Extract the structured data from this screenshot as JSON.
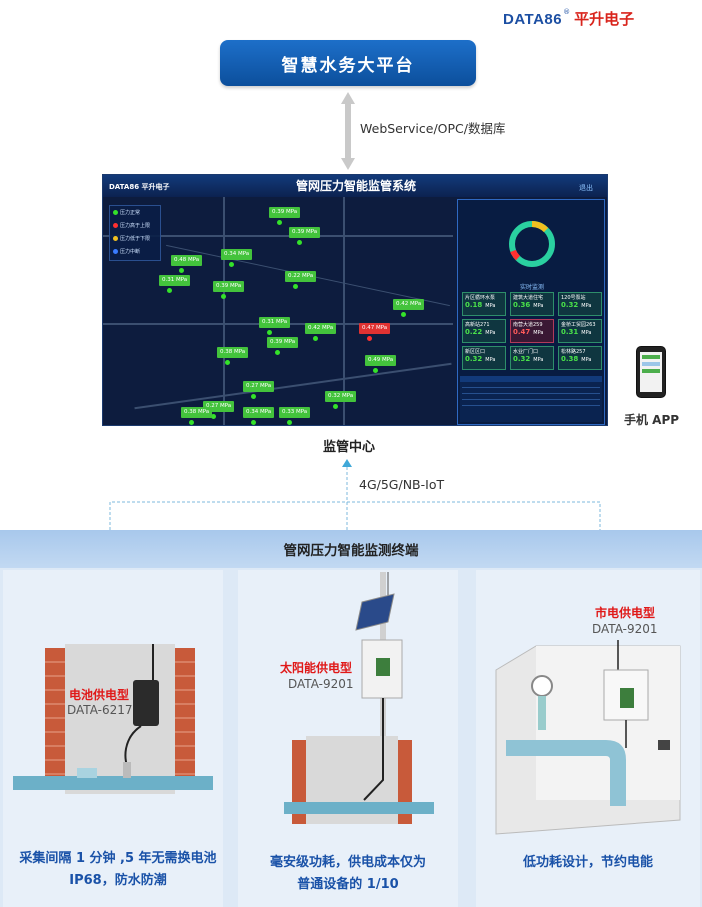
{
  "brand": {
    "name": "DATA86",
    "reg": "®",
    "company": "平升电子"
  },
  "platform": {
    "title": "智慧水务大平台"
  },
  "protocol_link": {
    "label": "WebService/OPC/数据库"
  },
  "dashboard": {
    "logo": "DATA86 平升电子",
    "title": "管网压力智能监管系统",
    "exit": "退出",
    "realtime_title": "实时监测",
    "legend": [
      {
        "label": "压力正常",
        "color": "#34e22a"
      },
      {
        "label": "压力高于上限",
        "color": "#ff3030"
      },
      {
        "label": "压力低于下限",
        "color": "#f0c020"
      },
      {
        "label": "压力中断",
        "color": "#3a7cff"
      }
    ],
    "markers": [
      {
        "value": "0.39 MPa",
        "status": "normal"
      },
      {
        "value": "0.39 MPa",
        "status": "normal"
      },
      {
        "value": "0.48 MPa",
        "status": "normal"
      },
      {
        "value": "0.34 MPa",
        "status": "normal"
      },
      {
        "value": "0.31 MPa",
        "status": "normal"
      },
      {
        "value": "0.39 MPa",
        "status": "normal"
      },
      {
        "value": "0.22 MPa",
        "status": "normal"
      },
      {
        "value": "0.42 MPa",
        "status": "normal"
      },
      {
        "value": "0.31 MPa",
        "status": "normal"
      },
      {
        "value": "0.42 MPa",
        "status": "normal"
      },
      {
        "value": "0.47 MPa",
        "status": "alarm"
      },
      {
        "value": "0.39 MPa",
        "status": "normal"
      },
      {
        "value": "0.38 MPa",
        "status": "normal"
      },
      {
        "value": "0.49 MPa",
        "status": "normal"
      },
      {
        "value": "0.27 MPa",
        "status": "normal"
      },
      {
        "value": "0.32 MPa",
        "status": "normal"
      },
      {
        "value": "0.27 MPa",
        "status": "normal"
      },
      {
        "value": "0.38 MPa",
        "status": "normal"
      },
      {
        "value": "0.34 MPa",
        "status": "normal"
      },
      {
        "value": "0.33 MPa",
        "status": "normal"
      }
    ],
    "cards": [
      {
        "name": "片区循环水泵",
        "value": "0.18",
        "unit": "MPa",
        "status": "normal"
      },
      {
        "name": "建筑大道住宅",
        "value": "0.36",
        "unit": "MPa",
        "status": "normal"
      },
      {
        "name": "120号泵站",
        "value": "0.32",
        "unit": "MPa",
        "status": "normal"
      },
      {
        "name": "高新站271",
        "value": "0.22",
        "unit": "MPa",
        "status": "normal"
      },
      {
        "name": "南营大道259",
        "value": "0.47",
        "unit": "MPa",
        "status": "alarm"
      },
      {
        "name": "金桥工贸园263",
        "value": "0.31",
        "unit": "MPa",
        "status": "normal"
      },
      {
        "name": "新区区口",
        "value": "0.32",
        "unit": "MPa",
        "status": "normal"
      },
      {
        "name": "水业厂门口",
        "value": "0.32",
        "unit": "MPa",
        "status": "normal"
      },
      {
        "name": "松林路257",
        "value": "0.38",
        "unit": "MPa",
        "status": "normal"
      }
    ]
  },
  "center": {
    "label": "监管中心"
  },
  "phone": {
    "label": "手机 APP"
  },
  "network": {
    "label": "4G/5G/NB-IoT"
  },
  "terminal": {
    "title": "管网压力智能监测终端"
  },
  "types": [
    {
      "title": "电池供电型",
      "model": "DATA-6217",
      "desc_line1": "采集间隔 1 分钟 ,5 年无需换电池",
      "desc_line2": "IP68，防水防潮"
    },
    {
      "title": "太阳能供电型",
      "model": "DATA-9201",
      "desc_line1": "毫安级功耗，供电成本仅为",
      "desc_line2": "普通设备的 1/10"
    },
    {
      "title": "市电供电型",
      "model": "DATA-9201",
      "desc_line1": "低功耗设计，节约电能",
      "desc_line2": ""
    }
  ],
  "colors": {
    "accent": "#0c4f9c",
    "alarm": "#e01818",
    "normal": "#43c33c",
    "desc": "#1a52a8"
  }
}
